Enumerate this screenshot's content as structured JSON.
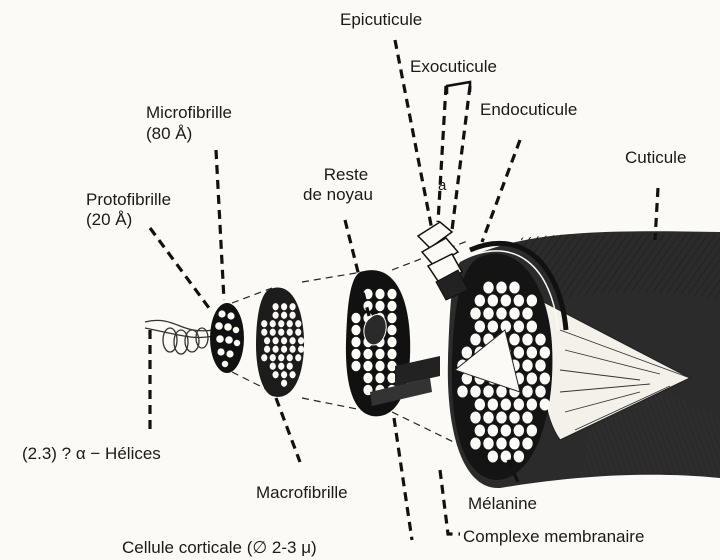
{
  "labels": {
    "epicuticule": "Epicuticule",
    "exocuticule": "Exocuticule",
    "endocuticule": "Endocuticule",
    "cuticule": "Cuticule",
    "microfibrille_name": "Microfibrille",
    "microfibrille_size": "(80 Å)",
    "reste_line1": "Reste",
    "reste_line2": "de noyau",
    "protofibrille_name": "Protofibrille",
    "protofibrille_size": "(20 Å)",
    "a_mark": "a",
    "helices": "(2.3) ? α − Hélices",
    "macrofibrille": "Macrofibrille",
    "melanine": "Mélanine",
    "complexe": "Complexe membranaire",
    "cellule": "Cellule corticale (∅ 2-3 μ)"
  },
  "colors": {
    "ink": "#1a1a1a",
    "paper": "#fbfaf6",
    "shade": "#3a3a3a"
  }
}
